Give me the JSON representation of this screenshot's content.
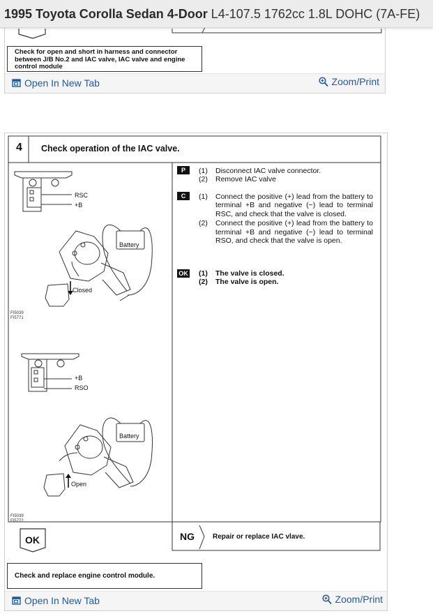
{
  "header": {
    "vehicle": "1995 Toyota Corolla Sedan 4-Door",
    "engine": "L4-107.5 1762cc 1.8L DOHC (7A-FE)"
  },
  "card1": {
    "instruction": "Check for open and short in harness and connector between J/B No.2 and IAC valve, IAC valve and engine control module",
    "open_link": "Open In New Tab",
    "zoom_link": "Zoom/Print"
  },
  "card2": {
    "step_number": "4",
    "step_title": "Check operation of the IAC valve.",
    "p_tag": "P",
    "p_steps": [
      {
        "num": "(1)",
        "text": "Disconnect IAC valve connector."
      },
      {
        "num": "(2)",
        "text": "Remove IAC valve"
      }
    ],
    "c_tag": "C",
    "c_steps": [
      {
        "num": "(1)",
        "text": "Connect the positive (+) lead from the battery to terminal +B and negative (−) lead to terminal RSC, and check that the valve is closed."
      },
      {
        "num": "(2)",
        "text": "Connect the positive (+) lead from the battery to terminal +B and negative (−) lead to terminal RSO, and check that the valve is open."
      }
    ],
    "ok_tag": "OK",
    "ok_steps": [
      {
        "num": "(1)",
        "text": "The valve is closed."
      },
      {
        "num": "(2)",
        "text": "The valve is open."
      }
    ],
    "diagram1": {
      "rsc": "RSC",
      "b": "+B",
      "battery": "Battery",
      "state": "Closed",
      "fig": "FI5039\nFI5771"
    },
    "diagram2": {
      "b": "+B",
      "rso": "RSO",
      "battery": "Battery",
      "state": "Open",
      "fig": "FI5039\nFI5772"
    },
    "ok_result": "OK",
    "ng_result": "NG",
    "ng_action": "Repair or replace IAC vlave.",
    "final_action": "Check and replace engine control module.",
    "open_link": "Open In New Tab",
    "zoom_link": "Zoom/Print"
  }
}
